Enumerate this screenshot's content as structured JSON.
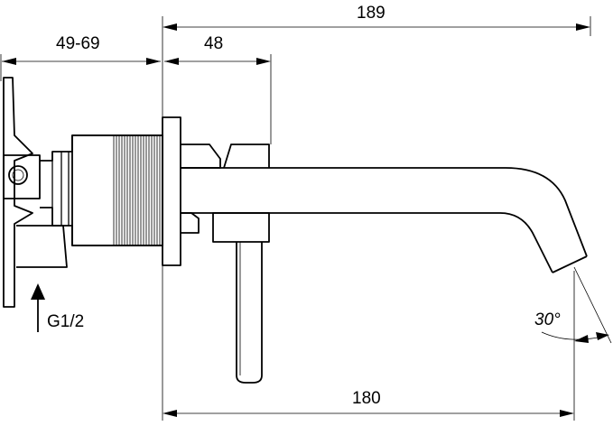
{
  "dimensions": {
    "overall_length": "189",
    "connection_range": "49-69",
    "body_depth": "48",
    "spout_projection": "180",
    "spout_angle": "30°"
  },
  "inlet": {
    "thread_label": "G1/2"
  }
}
